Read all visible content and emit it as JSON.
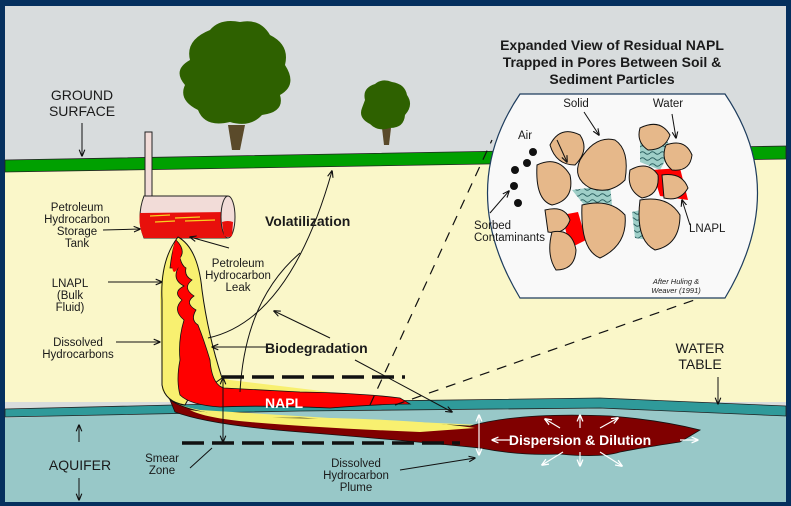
{
  "diagram": {
    "title": "Petroleum hydrocarbon leak and subsurface fate",
    "colors": {
      "frame": "#05305e",
      "sky": "#d8dcdd",
      "ground_surface": "#00a000",
      "vadose_soil": "#faf7c9",
      "water_table_band": "#2f9a9a",
      "aquifer": "#98c8c8",
      "napl": "#ff0000",
      "dissolved_halo": "#f8f070",
      "plume": "#800000",
      "tree_canopy": "#2e6100",
      "tree_trunk": "#5a4a2a",
      "soil_particle": "#e6b88a",
      "pore_water": "#9fcfc8"
    },
    "labels": {
      "ground_surface": [
        "GROUND",
        "SURFACE"
      ],
      "storage_tank": [
        "Petroleum",
        "Hydrocarbon",
        "Storage",
        "Tank"
      ],
      "leak": [
        "Petroleum",
        "Hydrocarbon",
        "Leak"
      ],
      "lnapl_bulk": [
        "LNAPL",
        "(Bulk",
        "Fluid)"
      ],
      "dissolved_hydrocarbons": [
        "Dissolved",
        "Hydrocarbons"
      ],
      "volatilization": "Volatilization",
      "biodegradation": "Biodegradation",
      "napl": "NAPL",
      "water_table": [
        "WATER",
        "TABLE"
      ],
      "aquifer": "AQUIFER",
      "smear_zone": [
        "Smear",
        "Zone"
      ],
      "plume": [
        "Dissolved",
        "Hydrocarbon",
        "Plume"
      ],
      "dispersion": "Dispersion & Dilution"
    },
    "inset": {
      "title": [
        "Expanded View of Residual NAPL",
        "Trapped in Pores Between Soil &",
        "Sediment Particles"
      ],
      "labels": {
        "solid": "Solid",
        "water": "Water",
        "air": "Air",
        "sorbed": [
          "Sorbed",
          "Contaminants"
        ],
        "lnapl": "LNAPL"
      },
      "citation": [
        "After Huling &",
        "Weaver (1991)"
      ]
    }
  }
}
